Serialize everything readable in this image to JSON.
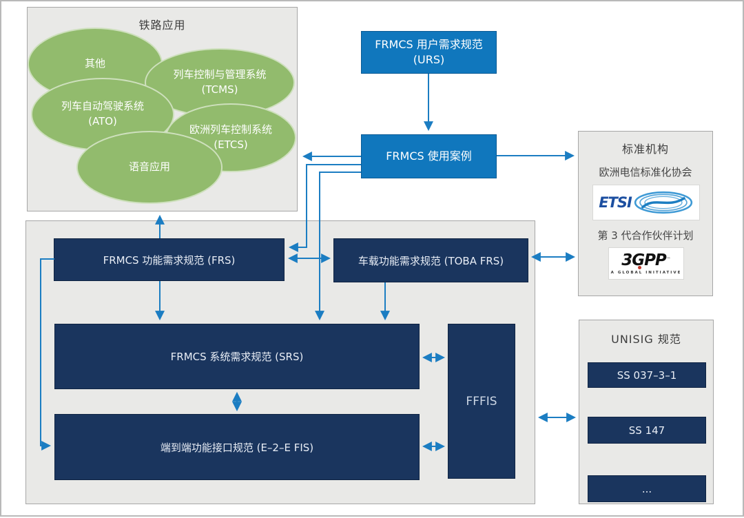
{
  "colors": {
    "accent_blue": "#1077bd",
    "navy": "#1a355e",
    "green": "#92bb6d",
    "panel_gray": "#e9e9e7",
    "arrow_blue": "#1b7dc2"
  },
  "railway": {
    "title": "铁路应用",
    "other": "其他",
    "tcms_line1": "列车控制与管理系统",
    "tcms_line2": "(TCMS)",
    "ato_line1": "列车自动驾驶系统",
    "ato_line2": "(ATO)",
    "etcs_line1": "欧洲列车控制系统",
    "etcs_line2": "(ETCS)",
    "voice": "语音应用"
  },
  "urs": {
    "line1": "FRMCS 用户需求规范",
    "line2": "(URS)"
  },
  "use_case": {
    "label": "FRMCS 使用案例"
  },
  "standards": {
    "title": "标准机构",
    "etsi_label": "欧洲电信标准化协会",
    "etsi_logo": "ETSI",
    "gpp_label": "第 3 代合作伙伴计划",
    "gpp_logo": "3GPP",
    "gpp_tm": "™",
    "gpp_sub": "A GLOBAL INITIATIVE"
  },
  "specs": {
    "frs": "FRMCS 功能需求规范 (FRS)",
    "toba": "车载功能需求规范 (TOBA FRS)",
    "srs": "FRMCS 系统需求规范 (SRS)",
    "e2e": "端到端功能接口规范 (E–2–E FIS)",
    "fffis": "FFFIS"
  },
  "unisig": {
    "title": "UNISIG 规范",
    "items": [
      "SS 037–3–1",
      "SS 147",
      "..."
    ]
  }
}
